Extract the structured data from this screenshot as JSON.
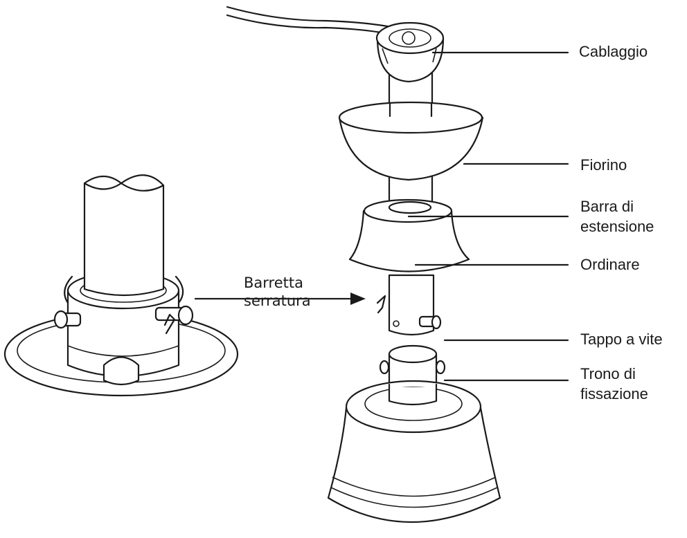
{
  "labels": {
    "cablaggio": "Cablaggio",
    "fiorino": "Fiorino",
    "barra_line1": "Barra di",
    "barra_line2": "estensione",
    "ordinare": "Ordinare",
    "tappo": "Tappo a vite",
    "trono_line1": "Trono di",
    "trono_line2": "fissazione",
    "barretta_line1": "Barretta",
    "barretta_line2": "serratura"
  }
}
